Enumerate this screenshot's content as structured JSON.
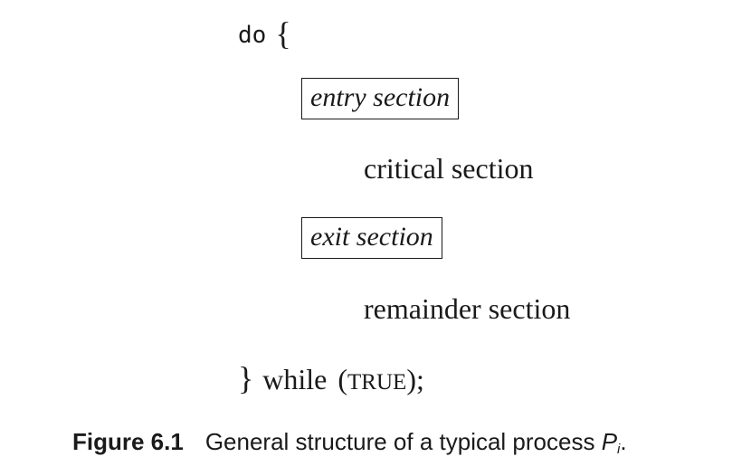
{
  "code": {
    "do_keyword": "do",
    "open_brace": "{",
    "entry_section": "entry section",
    "critical_section": "critical section",
    "exit_section": "exit section",
    "remainder_section": "remainder section",
    "close_brace": "}",
    "while_keyword": "while",
    "condition_open": "(",
    "condition_value": "TRUE",
    "condition_close": ");"
  },
  "caption": {
    "figure_number": "Figure 6.1",
    "text": "General structure of a typical process ",
    "process_symbol": "P",
    "process_subscript": "i",
    "end": "."
  }
}
